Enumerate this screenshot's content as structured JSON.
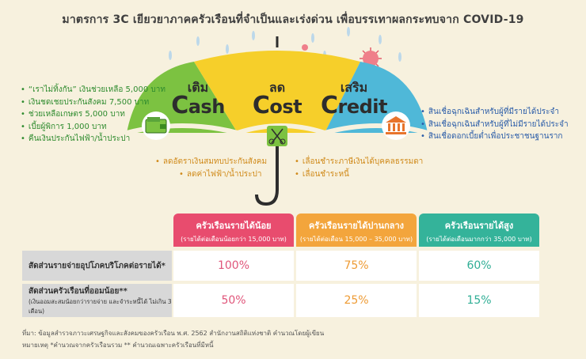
{
  "title": "มาตรการ 3C เยียวยาภาคครัวเรือนที่จำเป็นและเร่งด่วน เพื่อบรรเทาผลกระทบจาก COVID-19",
  "umbrella": {
    "cash": {
      "th": "เติม",
      "en_initial": "C",
      "en_rest": "ash",
      "color": "#7cc241"
    },
    "cost": {
      "th": "ลด",
      "en_initial": "C",
      "en_rest": "ost",
      "color": "#f6cf2a"
    },
    "credit": {
      "th": "เสริม",
      "en_initial": "C",
      "en_rest": "redit",
      "color": "#4fb8d8"
    }
  },
  "cash_items": [
    "“เราไม่ทิ้งกัน” เงินช่วยเหลือ 5,000 บาท",
    "เงินชดเชยประกันสังคม 7,500 บาท",
    "ช่วยเหลือเกษตร 5,000 บาท",
    "เบี้ยผู้พิการ 1,000 บาท",
    "คืนเงินประกันไฟฟ้า/น้ำประปา"
  ],
  "cost_items_left": [
    "ลดอัตราเงินสมทบประกันสังคม",
    "ลดค่าไฟฟ้า/น้ำประปา"
  ],
  "cost_items_right": [
    "เลื่อนชำระภาษีเงินได้บุคคลธรรมดา",
    "เลื่อนชำระหนี้"
  ],
  "credit_items": [
    "สินเชื่อฉุกเฉินสำหรับผู้ที่มีรายได้ประจำ",
    "สินเชื่อฉุกเฉินสำหรับผู้ที่ไม่มีรายได้ประจำ",
    "สินเชื่อดอกเบี้ยต่ำเพื่อประชาชนฐานราก"
  ],
  "table": {
    "columns": [
      {
        "title": "ครัวเรือนรายได้น้อย",
        "sub": "(รายได้ต่อเดือนน้อยกว่า 15,000 บาท)",
        "color": "#e84c6e"
      },
      {
        "title": "ครัวเรือนรายได้ปานกลาง",
        "sub": "(รายได้ต่อเดือน 15,000 – 35,000 บาท)",
        "color": "#f3a53c"
      },
      {
        "title": "ครัวเรือนรายได้สูง",
        "sub": "(รายได้ต่อเดือนมากกว่า 35,000 บาท)",
        "color": "#34b39a"
      }
    ],
    "rows": [
      {
        "label": "สัดส่วนรายจ่ายอุปโภคบริโภคต่อรายได้*",
        "sub": "",
        "values": [
          "100%",
          "75%",
          "60%"
        ]
      },
      {
        "label": "สัดส่วนครัวเรือนที่ออมน้อย**",
        "sub": "(เงินออมสะสมน้อยกว่ารายจ่าย และจำระหนี้ได้ ไม่เกิน 3 เดือน)",
        "values": [
          "50%",
          "25%",
          "15%"
        ]
      }
    ],
    "value_colors": [
      "#e0557a",
      "#ee9b34",
      "#2fae95"
    ]
  },
  "footnotes": {
    "source": "ที่มา: ข้อมูลสำรวจภาวะเศรษฐกิจและสังคมของครัวเรือน พ.ศ. 2562 สำนักงานสถิติแห่งชาติ คำนวณโดยผู้เขียน",
    "note": "หมายเหตุ *คำนวณจากครัวเรือนรวม ** คำนวณเฉพาะครัวเรือนที่มีหนี้"
  }
}
